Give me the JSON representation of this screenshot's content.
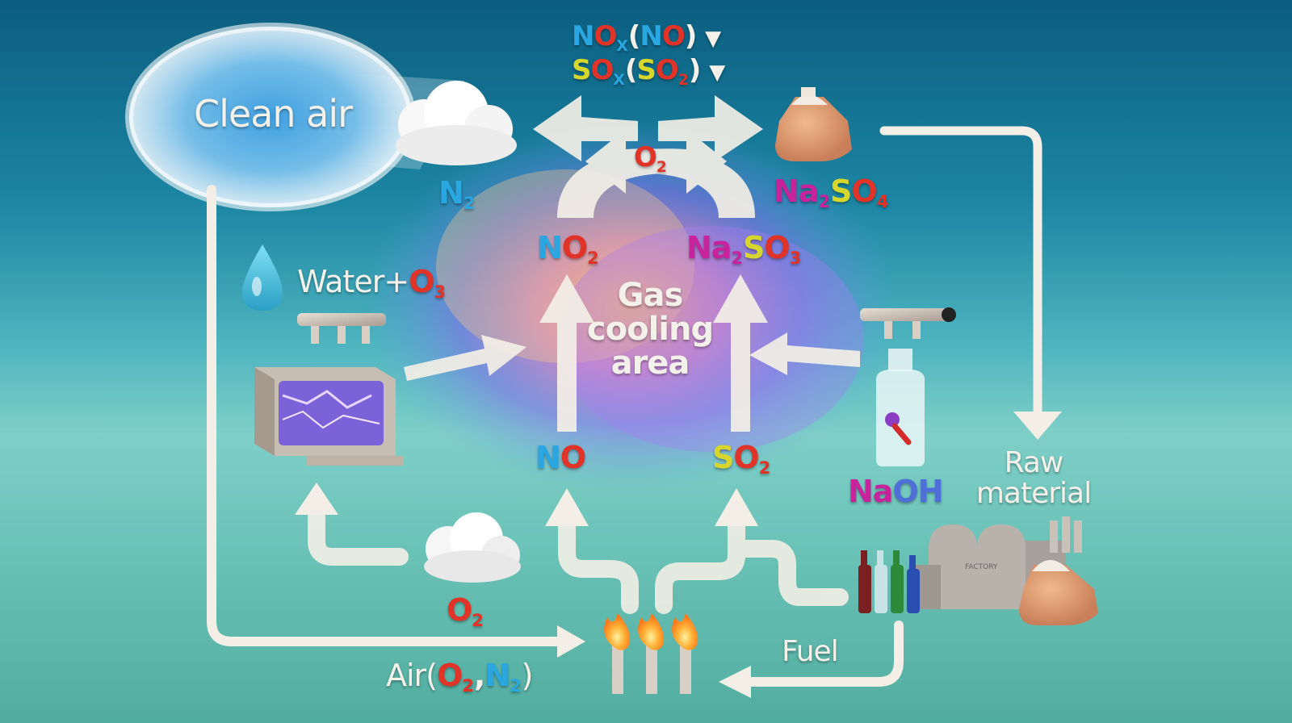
{
  "colors": {
    "nitrogen": "#2aa6e0",
    "oxygen": "#e23328",
    "sulfur": "#d6d62c",
    "sodium": "#c8239c",
    "hydrogen": "#4f6fd8",
    "label_white": "#f4f1ea",
    "arrow": "#f3efe6"
  },
  "labels": {
    "clean_air": "Clean air",
    "water": "Water",
    "plus": "+",
    "gas_area": [
      "Gas",
      "cooling",
      "area"
    ],
    "raw_material": [
      "Raw",
      "material"
    ],
    "fuel": "Fuel",
    "air_prefix": "Air(",
    "air_comma": ",",
    "air_suffix": ")",
    "nox_paren_open": "(",
    "nox_paren_close": ")",
    "down_arrow": "▼",
    "factory_sign": "FACTORY"
  },
  "chemicals": {
    "N": "N",
    "O": "O",
    "S": "S",
    "Na": "Na",
    "H": "H",
    "X": "X",
    "sub2": "2",
    "sub3": "3",
    "sub4": "4"
  },
  "icons": [
    "clean-air-cloud-icon",
    "n2-cloud-icon",
    "sack-icon",
    "water-drop-icon",
    "nozzle-icon",
    "plasma-reactor-icon",
    "naoh-bottle-icon",
    "o2-cloud-icon",
    "burner-flame-icon",
    "factory-icon",
    "glass-bottle-icon"
  ]
}
